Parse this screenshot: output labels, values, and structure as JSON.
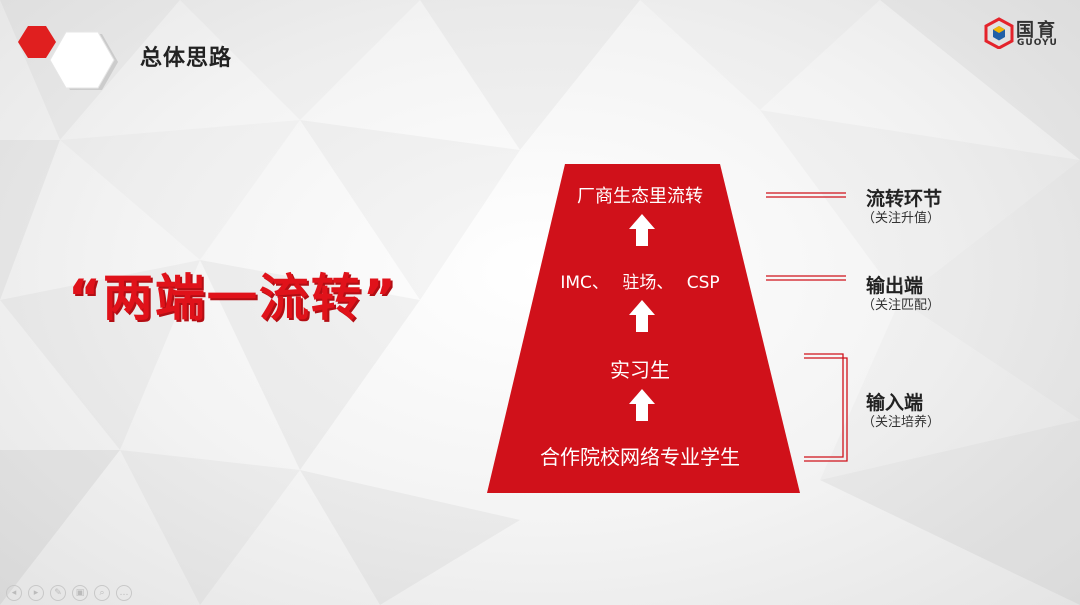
{
  "slide": {
    "title": "总体思路",
    "slogan": "“两端一流转”"
  },
  "logo": {
    "cn": "国育",
    "en": "GUOYU"
  },
  "pyramid": {
    "levels": [
      "厂商生态里流转",
      "IMC、 驻场、 CSP",
      "实习生",
      "合作院校网络专业学生"
    ]
  },
  "annotations": [
    {
      "title": "流转环节",
      "sub": "（关注升值）"
    },
    {
      "title": "输出端",
      "sub": "（关注匹配）"
    },
    {
      "title": "输入端",
      "sub": "（关注培养）"
    }
  ],
  "toolbar": {
    "icons": [
      "prev-icon",
      "next-icon",
      "pen-icon",
      "copy-icon",
      "zoom-icon",
      "more-icon"
    ]
  },
  "colors": {
    "accent": "#d0111a",
    "slogan": "#e0121a",
    "logo_red": "#e4232b",
    "logo_blue": "#1f5fa8"
  }
}
